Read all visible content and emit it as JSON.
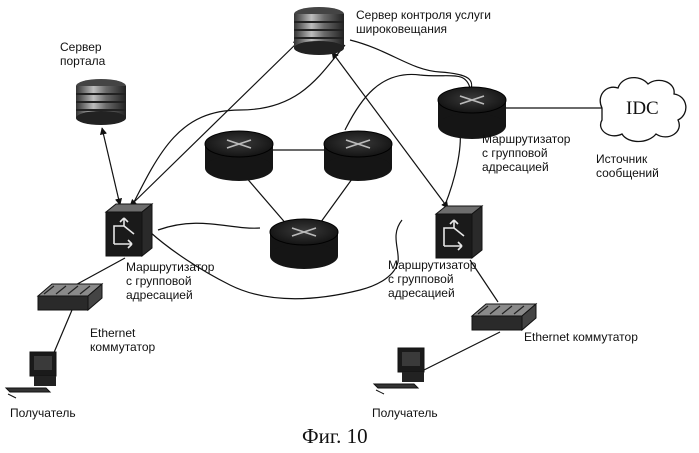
{
  "figure": {
    "caption": "Фиг. 10"
  },
  "nodes": {
    "portal_server": {
      "label": "Сервер\nпортала"
    },
    "broadcast_server": {
      "label": "Сервер контроля услуги\nшироковещания"
    },
    "mcast_router_top": {
      "label": "Маршрутизатор\nс групповой\nадресацией"
    },
    "mcast_router_left": {
      "label": "Маршрутизатор\nс групповой\nадресацией"
    },
    "mcast_router_right": {
      "label": "Маршрутизатор\nс групповой\nадресацией"
    },
    "idc_cloud": {
      "label": "IDC"
    },
    "message_source": {
      "label": "Источник\nсообщений"
    },
    "ethernet_switch_left": {
      "label": "Ethernet\nкоммутатор"
    },
    "ethernet_switch_right": {
      "label": "Ethernet коммутатор"
    },
    "receiver_left": {
      "label": "Получатель"
    },
    "receiver_right": {
      "label": "Получатель"
    }
  },
  "colors": {
    "ink": "#111111",
    "device_dark": "#1a1a1a",
    "device_mid": "#4a4a4a",
    "background": "#ffffff"
  },
  "icons": {
    "server": "server-stack-icon",
    "router": "router-disk-icon",
    "mcast_router": "multicast-router-box-icon",
    "switch": "ethernet-switch-icon",
    "pc": "computer-icon",
    "cloud": "cloud-icon"
  }
}
